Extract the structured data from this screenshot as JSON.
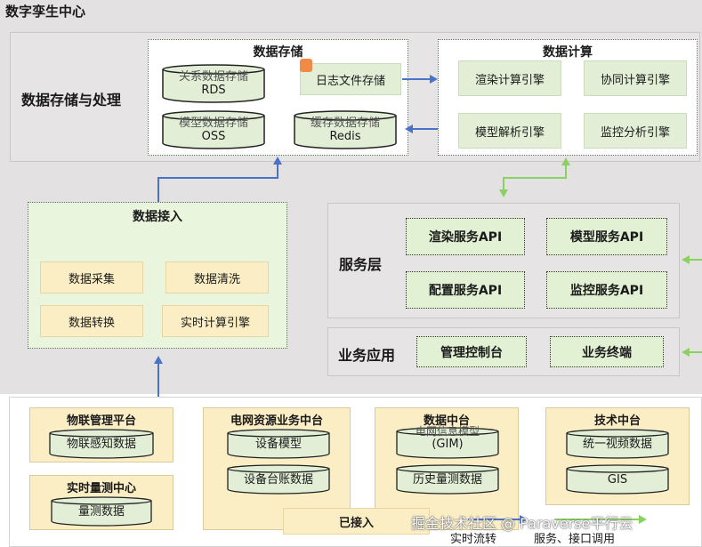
{
  "title": "数字孪生中心",
  "storage_section": {
    "label": "数据存储与处理",
    "data_storage": {
      "title": "数据存储",
      "rds": {
        "line1": "关系数据存储",
        "line2": "RDS"
      },
      "oss": {
        "line1": "模型数据存储",
        "line2": "OSS"
      },
      "redis": {
        "line1": "缓存数据存储",
        "line2": "Redis"
      },
      "log": "日志文件存储"
    },
    "data_compute": {
      "title": "数据计算",
      "cells": [
        "渲染计算引擎",
        "协同计算引擎",
        "模型解析引擎",
        "监控分析引擎"
      ]
    }
  },
  "data_ingest": {
    "title": "数据接入",
    "cells": [
      "数据采集",
      "数据清洗",
      "数据转换",
      "实时计算引擎"
    ]
  },
  "service_layer": {
    "label": "服务层",
    "apis": [
      "渲染服务API",
      "模型服务API",
      "配置服务API",
      "监控服务API"
    ]
  },
  "business_app": {
    "label": "业务应用",
    "items": [
      "管理控制台",
      "业务终端"
    ]
  },
  "platforms": {
    "iot": {
      "title": "物联管理平台",
      "items": [
        "物联感知数据"
      ]
    },
    "realtime": {
      "title": "实时量测中心",
      "items": [
        "量测数据"
      ]
    },
    "grid": {
      "title": "电网资源业务中台",
      "items": [
        "设备模型",
        "设备台账数据"
      ]
    },
    "data_center": {
      "title": "数据中台",
      "gim_line1": "电网信息模型",
      "gim_line2": "(GIM)",
      "items": [
        "历史量测数据"
      ]
    },
    "tech": {
      "title": "技术中台",
      "items": [
        "统一视频数据",
        "GIS"
      ]
    }
  },
  "legend": {
    "connected": "已接入",
    "realtime_flow": "实时流转",
    "service_call": "服务、接口调用"
  },
  "watermark": "掘金技术社区 @ Paraverse平行云",
  "colors": {
    "blue_arrow": "#4a72c8",
    "green_arrow": "#8ad062",
    "orange_mark": "#f18a47"
  }
}
